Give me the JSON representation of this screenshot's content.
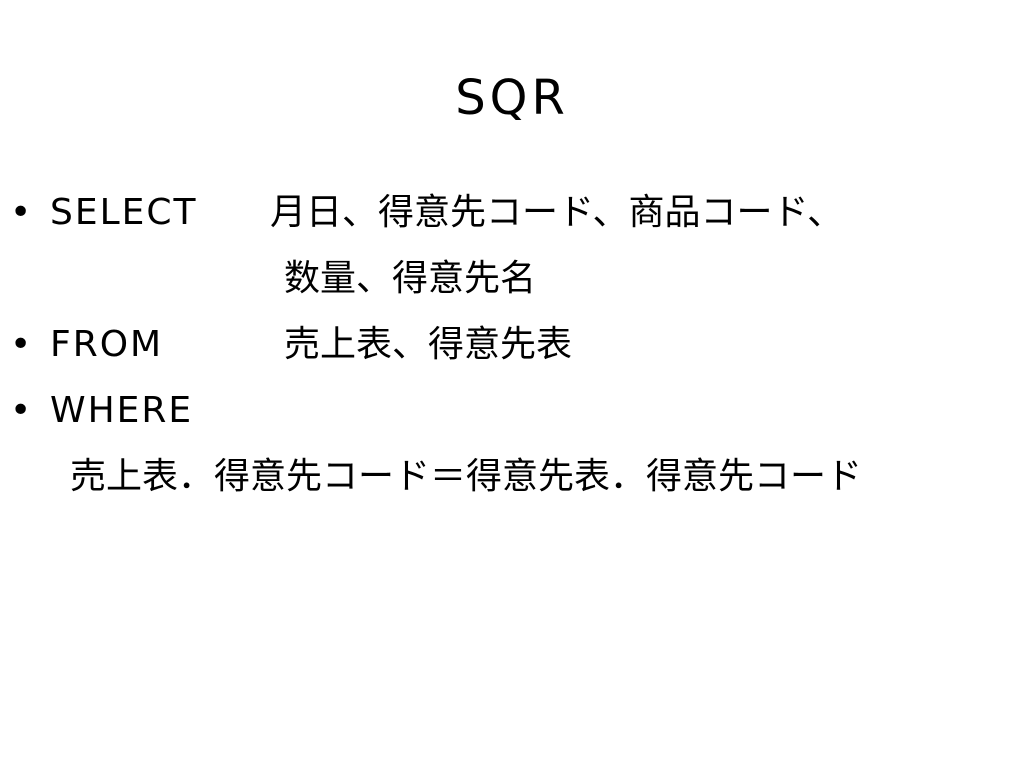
{
  "slide": {
    "title": "SQR",
    "bullet_glyph": "•",
    "select": {
      "keyword": "SELECT",
      "columns_line1": "月日、得意先コード、商品コード、",
      "columns_line2": "数量、得意先名"
    },
    "from": {
      "keyword": "FROM",
      "tables": "売上表、得意先表"
    },
    "where": {
      "keyword": "WHERE",
      "condition": "売上表．得意先コード＝得意先表．得意先コード"
    }
  }
}
